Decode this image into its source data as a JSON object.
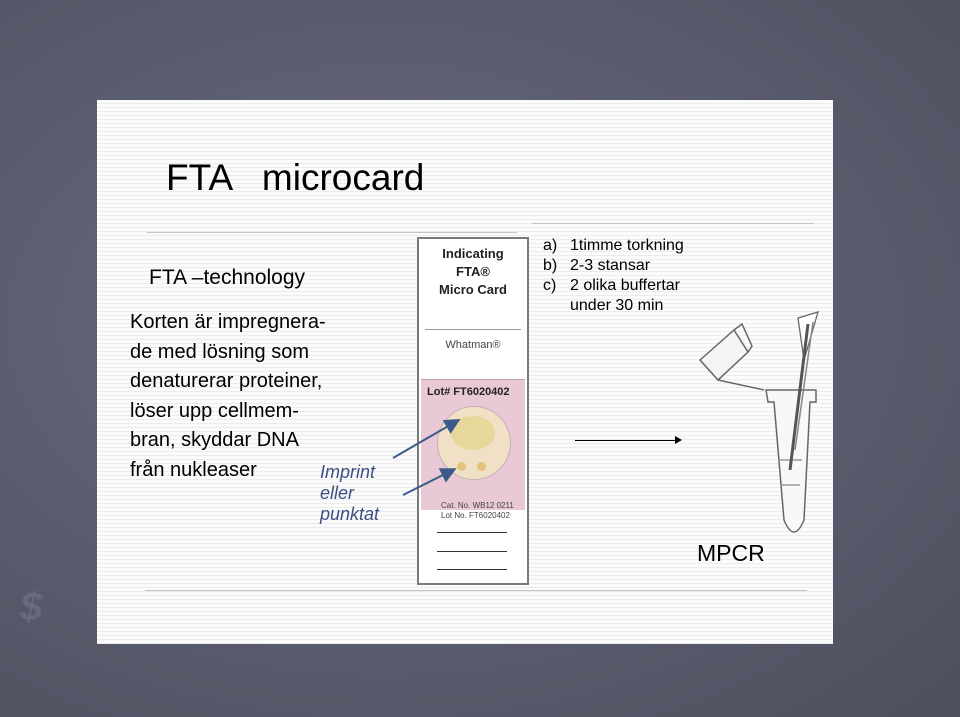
{
  "slide": {
    "title": "FTA   microcard",
    "subhead": "FTA –technology",
    "body_lines": [
      "Korten är impregnera-",
      "de med lösning som",
      "denaturerar proteiner,",
      "löser upp cellmem-",
      "bran, skyddar DNA",
      "från nukleaser"
    ],
    "imprint_lines": [
      "Imprint",
      "eller",
      "punktat"
    ],
    "card": {
      "heading_lines": [
        "Indicating",
        "FTA®",
        "Micro Card"
      ],
      "brand": "Whatman®",
      "lot": "Lot# FT6020402",
      "cat_lines": [
        "Cat. No. WB12 0211",
        "Lot No. FT6020402"
      ]
    },
    "list": [
      {
        "marker": "a)",
        "text": "1timme torkning"
      },
      {
        "marker": "b)",
        "text": "2-3 stansar"
      },
      {
        "marker": "c)",
        "text": "2 olika buffertar"
      }
    ],
    "list_continuation": "under 30 min",
    "mpcr": "MPCR"
  },
  "colors": {
    "background": "#585a6b",
    "slide": "#fbfbfb",
    "imprint_text": "#3d4f82",
    "pointer_arrows": "#3d5a8c",
    "card_pink": "#e9c9d6"
  },
  "icons": [
    "pcr-tube-icon",
    "pipette-icon",
    "arrow-right-icon"
  ]
}
